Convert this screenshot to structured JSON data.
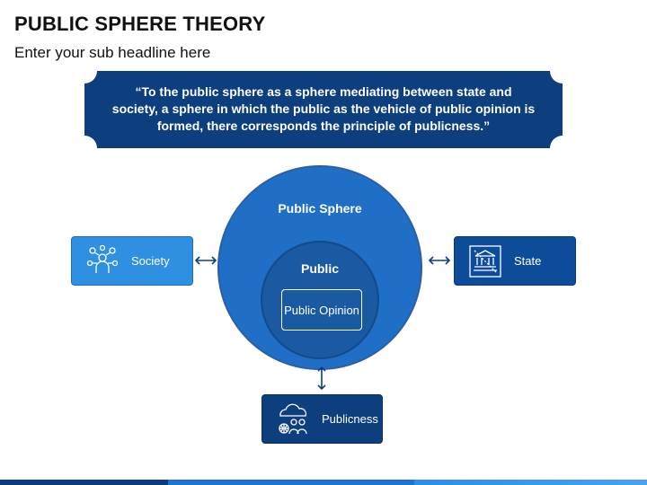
{
  "header": {
    "title": "PUBLIC SPHERE THEORY",
    "subtitle": "Enter your sub headline here"
  },
  "banner": {
    "quote": "“To the public sphere as a sphere mediating between state and society, a sphere in which the public as the vehicle of public opinion is formed, there corresponds the principle of publicness.”"
  },
  "diagram": {
    "outer_circle_label": "Public Sphere",
    "inner_circle_label": "Public",
    "core_box_label": "Public Opinion",
    "nodes": {
      "society": {
        "label": "Society",
        "icon": "people-network-icon"
      },
      "state": {
        "label": "State",
        "icon": "government-building-icon"
      },
      "publicness": {
        "label": "Publicness",
        "icon": "public-cloud-people-icon"
      }
    }
  },
  "colors": {
    "banner": "#0d3e7e",
    "outer_circle": "#1f6fc7",
    "inner_circle": "#1a5aa3",
    "society": "#2f8fe0",
    "state": "#0d4c99",
    "publicness": "#0d3e7e",
    "arrow": "#0d3e7e"
  }
}
